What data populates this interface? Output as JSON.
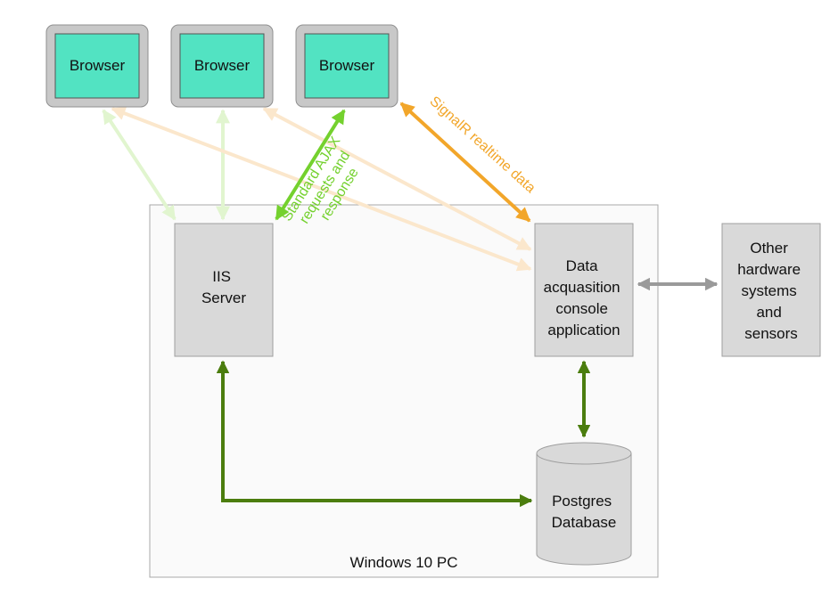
{
  "browsers": [
    {
      "label": "Browser"
    },
    {
      "label": "Browser"
    },
    {
      "label": "Browser"
    }
  ],
  "container": {
    "label": "Windows 10 PC"
  },
  "iis": {
    "lines": [
      "IIS",
      "Server"
    ]
  },
  "daq": {
    "lines": [
      "Data",
      "acquasition",
      "console",
      "application"
    ]
  },
  "other": {
    "lines": [
      "Other",
      "hardware",
      "systems",
      "and",
      "sensors"
    ]
  },
  "database": {
    "lines": [
      "Postgres",
      "Database"
    ]
  },
  "connections": {
    "ajax": {
      "lines": [
        "Standard AJAX",
        "requests and",
        "response"
      ],
      "color": "#74d12e"
    },
    "signalr": {
      "lines": [
        "SignalR realtime data"
      ],
      "color": "#f2a62a"
    },
    "db_link_color": "#4b7d0e",
    "hardware_link_color": "#9a9a9a",
    "faded_green": "#e1f5cf",
    "faded_orange": "#fbe7cc"
  },
  "colors": {
    "browser_screen": "#52e3c2",
    "monitor_frame": "#c8c8c8",
    "box_fill": "#d9d9d9",
    "container_fill": "#fafafa"
  }
}
